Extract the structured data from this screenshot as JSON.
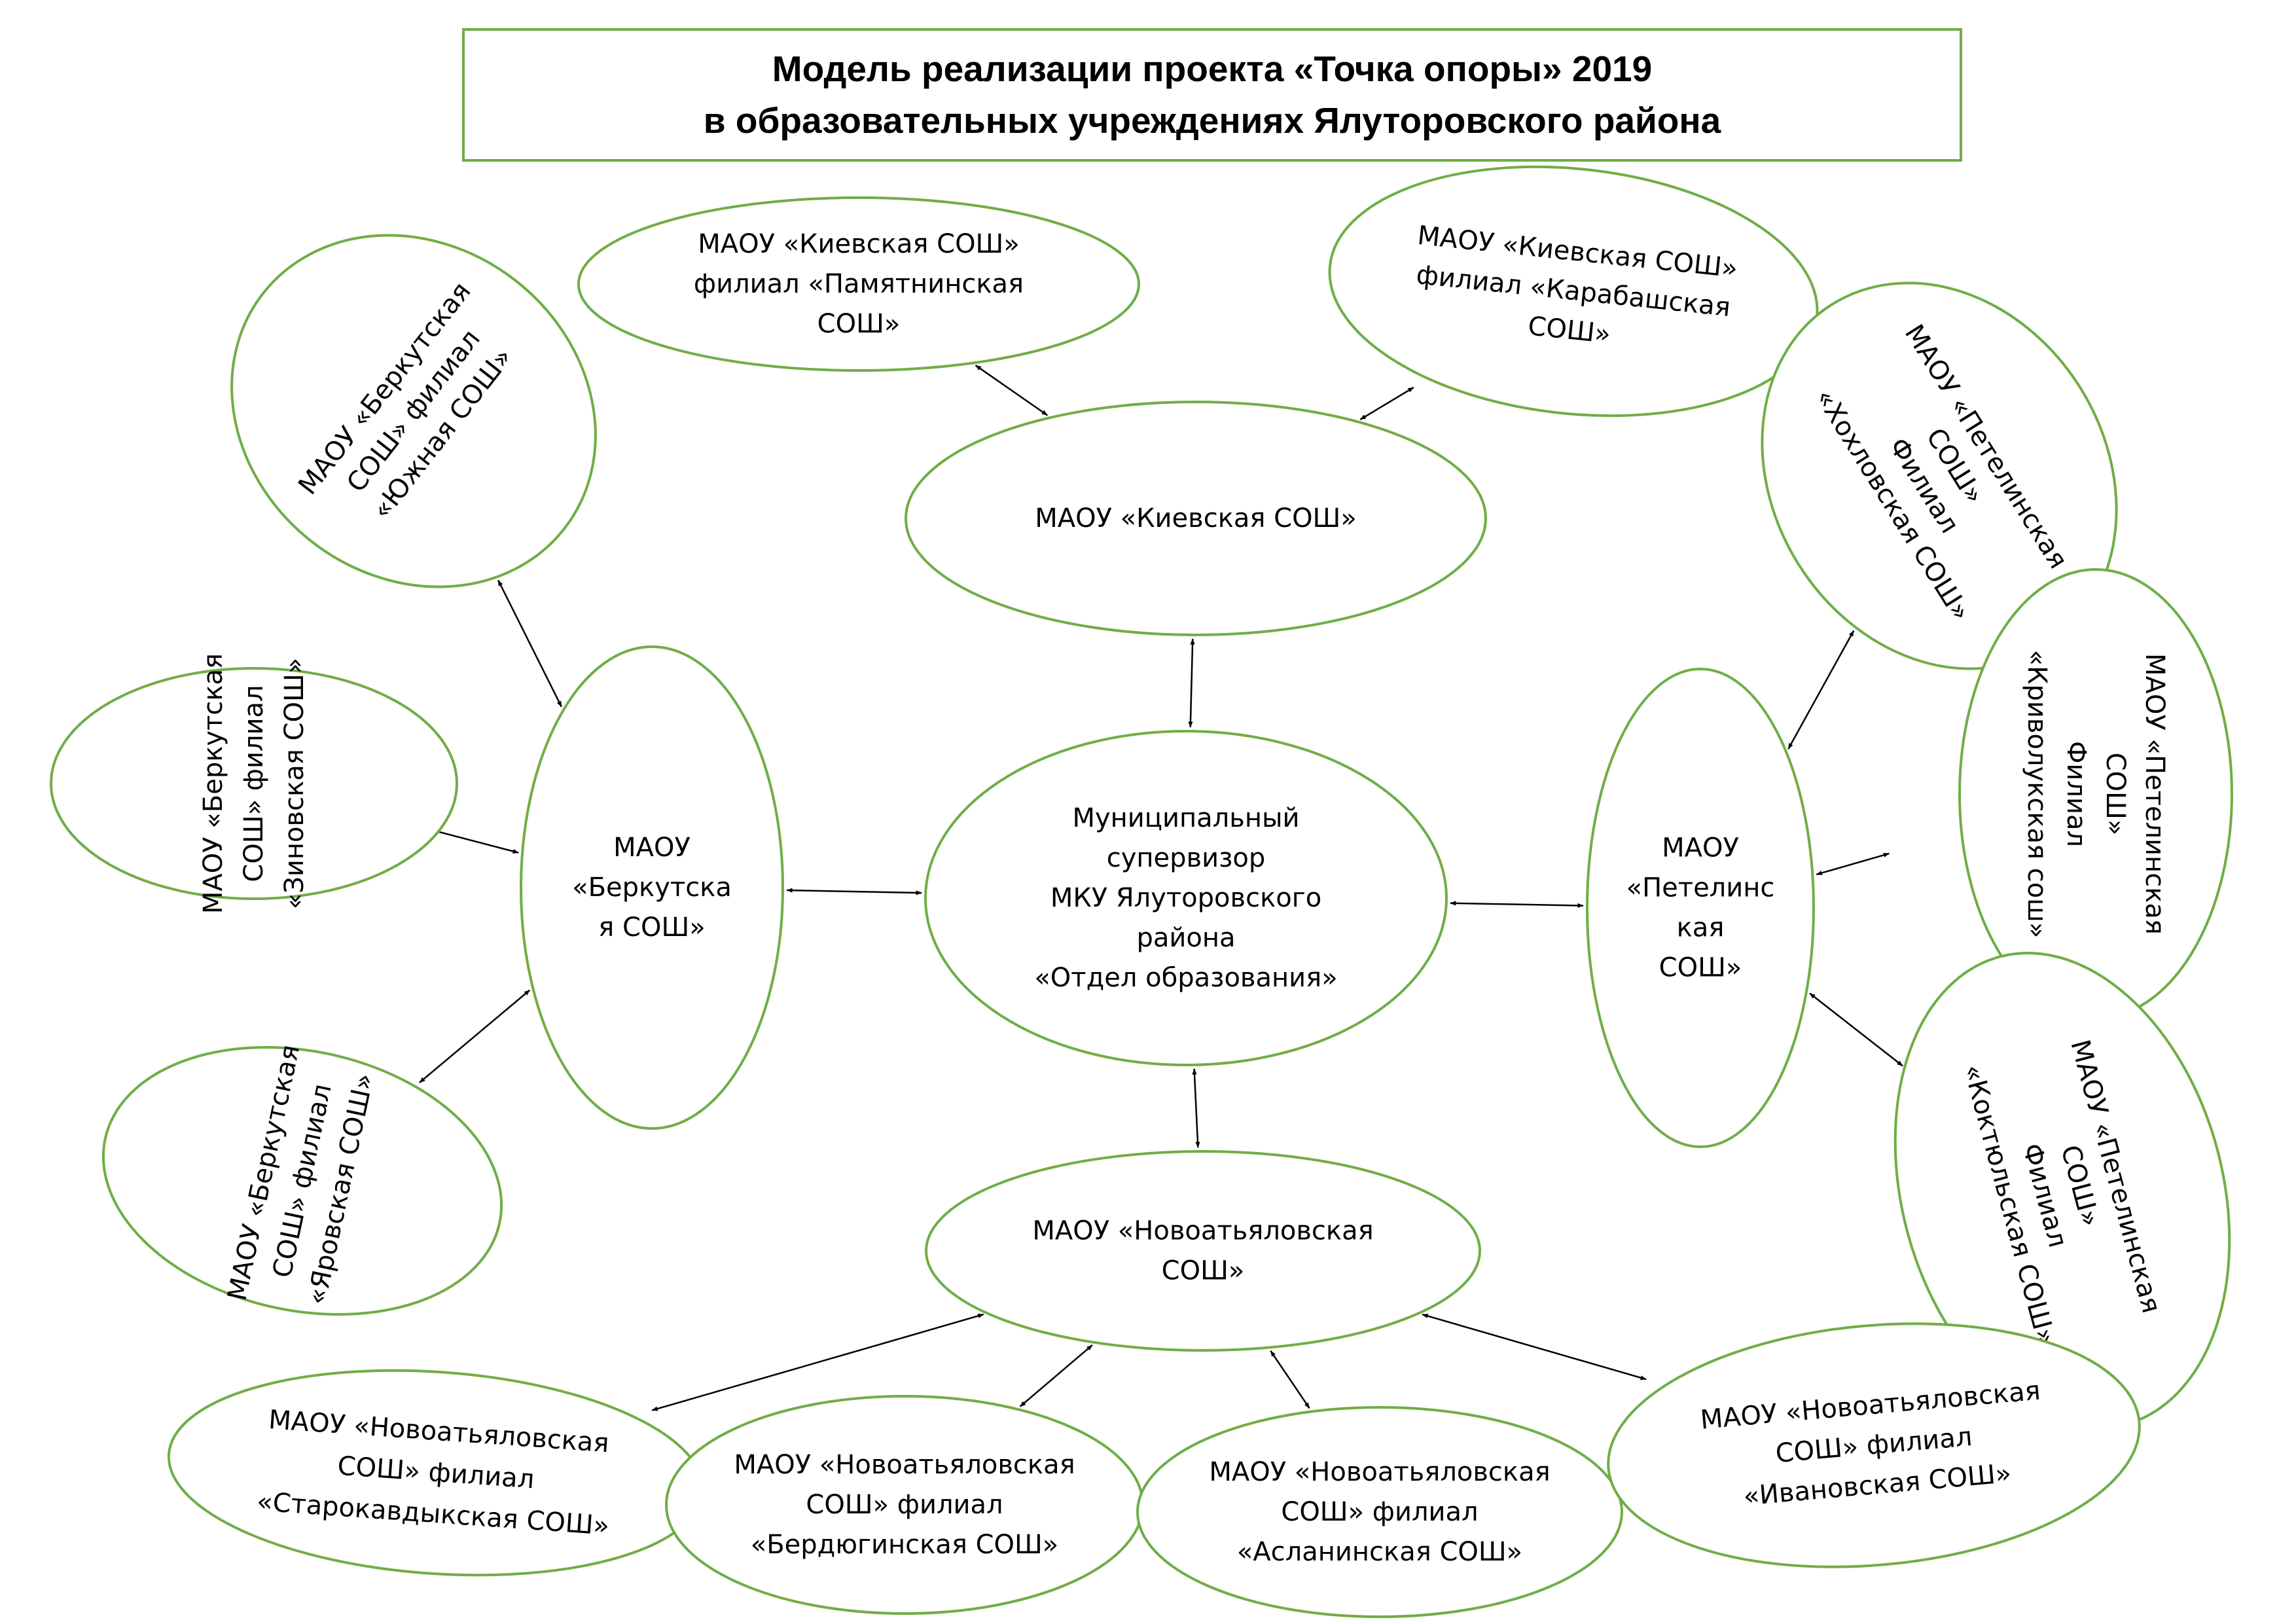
{
  "title": {
    "line1": "Модель реализации проекта «Точка опоры» 2019",
    "line2": "в образовательных учреждениях Ялуторовского района"
  },
  "colors": {
    "ellipse_stroke": "#70ad47",
    "arrow": "#000000"
  },
  "nodes": {
    "center": [
      "Муниципальный",
      "супервизор",
      "МКУ Ялуторовского",
      "района",
      "«Отдел образования»"
    ],
    "kievskaya": [
      "МАОУ «Киевская СОШ»"
    ],
    "pamyatninskaya": [
      "МАОУ «Киевская СОШ»",
      "филиал «Памятнинская",
      "СОШ»"
    ],
    "karabashskaya": [
      "МАОУ «Киевская СОШ»",
      "филиал «Карабашская",
      "СОШ»"
    ],
    "berkutskaya": [
      "МАОУ",
      "«Беркутска",
      "я СОШ»"
    ],
    "yuzhnaya": [
      "МАОУ «Беркутская",
      "СОШ» филиал",
      "«Южная СОШ»"
    ],
    "zinovskaya": [
      "МАОУ «Беркутская",
      "СОШ» филиал",
      "«Зиновская СОШ»"
    ],
    "yarovskaya": [
      "МАОУ «Беркутская",
      "СОШ» филиал",
      "«Яровская СОШ»"
    ],
    "petelinskaya": [
      "МАОУ",
      "«Петелинс",
      "кая",
      "СОШ»"
    ],
    "khokhlovskaya": [
      "МАОУ «Петелинская",
      "СОШ»",
      "Филиал",
      "«Хохловская СОШ»"
    ],
    "krivoluk": [
      "МАОУ «Петелинская",
      "СОШ»",
      "Филиал",
      "«Криволукская сош»"
    ],
    "koktyulskaya": [
      "МАОУ «Петелинская",
      "СОШ»",
      "Филиал",
      "«Коктюльская СОШ»"
    ],
    "novoatyalovskaya": [
      "МАОУ «Новоатьяловская",
      "СОШ»"
    ],
    "starokavdykskaya": [
      "МАОУ «Новоатьяловская",
      "СОШ» филиал",
      "«Старокавдыкская СОШ»"
    ],
    "berdyuginskaya": [
      "МАОУ «Новоатьяловская",
      "СОШ» филиал",
      "«Бердюгинская СОШ»"
    ],
    "aslaninskaya": [
      "МАОУ «Новоатьяловская",
      "СОШ» филиал",
      "«Асланинская СОШ»"
    ],
    "ivanovskaya": [
      "МАОУ «Новоатьяловская",
      "СОШ» филиал",
      "«Ивановская СОШ»"
    ]
  },
  "connections": [
    [
      "center",
      "kievskaya"
    ],
    [
      "center",
      "berkutskaya"
    ],
    [
      "center",
      "petelinskaya"
    ],
    [
      "center",
      "novoatyalovskaya"
    ],
    [
      "kievskaya",
      "pamyatninskaya"
    ],
    [
      "kievskaya",
      "karabashskaya"
    ],
    [
      "berkutskaya",
      "yuzhnaya"
    ],
    [
      "berkutskaya",
      "zinovskaya"
    ],
    [
      "berkutskaya",
      "yarovskaya"
    ],
    [
      "petelinskaya",
      "khokhlovskaya"
    ],
    [
      "petelinskaya",
      "krivoluk"
    ],
    [
      "petelinskaya",
      "koktyulskaya"
    ],
    [
      "novoatyalovskaya",
      "starokavdykskaya"
    ],
    [
      "novoatyalovskaya",
      "berdyuginskaya"
    ],
    [
      "novoatyalovskaya",
      "aslaninskaya"
    ],
    [
      "novoatyalovskaya",
      "ivanovskaya"
    ]
  ]
}
